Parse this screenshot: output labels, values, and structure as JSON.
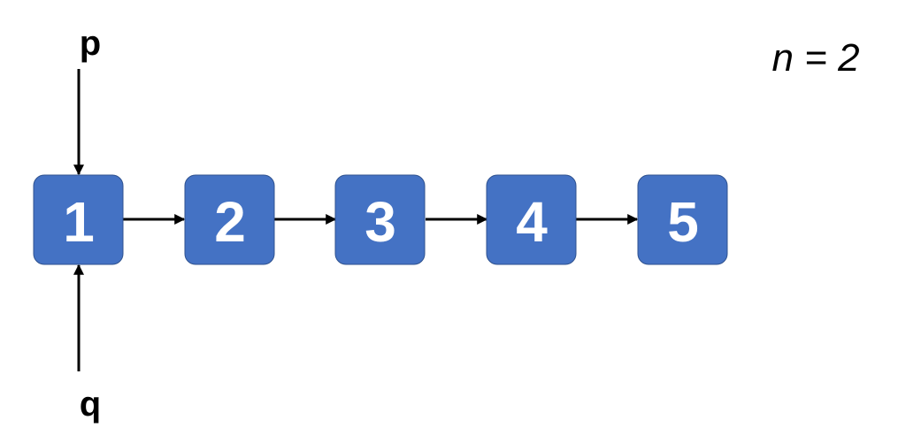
{
  "nodes": [
    "1",
    "2",
    "3",
    "4",
    "5"
  ],
  "pointers": {
    "p": {
      "label": "p",
      "target_index": 0
    },
    "q": {
      "label": "q",
      "target_index": 0
    }
  },
  "n_label": "n = 2",
  "colors": {
    "node_fill": "#4472C4",
    "node_border": "#2F528F",
    "arrow": "#000000",
    "text": "#000000"
  }
}
